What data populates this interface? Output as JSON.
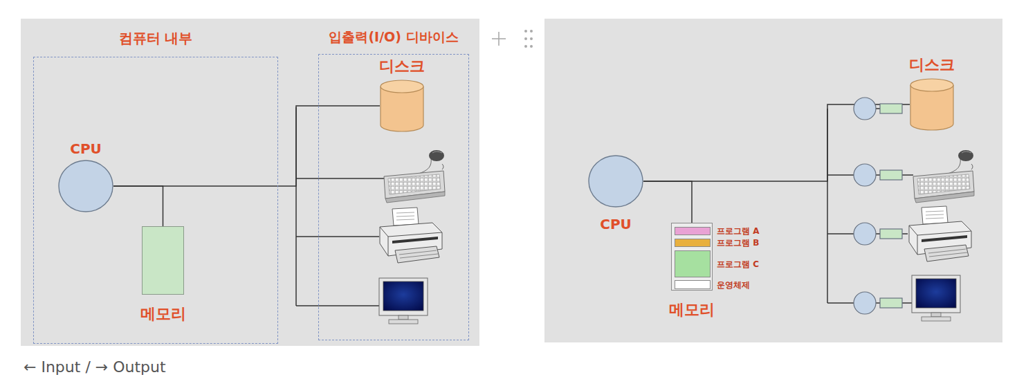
{
  "diagram": {
    "caption": "← Input / → Output",
    "nodes": [
      {
        "text": [
          "컴퓨터 내부"
        ]
      },
      {
        "text": [
          "CPU"
        ],
        "in": 0
      },
      {
        "text": [
          "메모리"
        ],
        "in": 0
      },
      {
        "text": [
          "입출력(I/O) 디바이스"
        ]
      },
      {
        "text": [
          "디스크"
        ],
        "in": 3
      },
      {
        "text": [
          "CPU"
        ]
      },
      {
        "text": [
          "메모리"
        ]
      },
      {
        "text": [
          "프로그램 A"
        ],
        "in": 6
      },
      {
        "text": [
          "프로그램 B"
        ],
        "in": 6
      },
      {
        "text": [
          "프로그램 C"
        ],
        "in": 6
      },
      {
        "text": [
          "운영체제"
        ],
        "in": 6
      },
      {
        "text": [
          "디스크"
        ]
      }
    ],
    "edges": [
      {
        "from": 1,
        "to": 2,
        "arrow": "none"
      },
      {
        "from": 1,
        "to": 4,
        "arrow": "none"
      },
      {
        "from": 5,
        "to": 6,
        "arrow": "none"
      },
      {
        "from": 5,
        "to": 11,
        "arrow": "none"
      }
    ]
  }
}
